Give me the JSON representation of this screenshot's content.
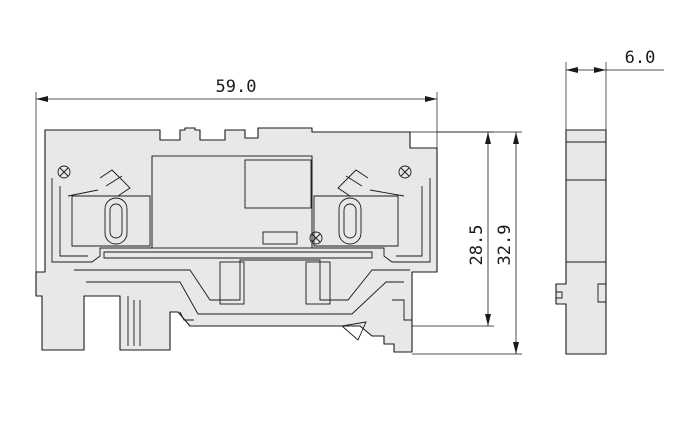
{
  "dimensions": {
    "width": "59.0",
    "height_inner": "28.5",
    "height_outer": "32.9",
    "thickness": "6.0"
  },
  "colors": {
    "line": "#1a1a1a",
    "body_fill": "#e8e8e8",
    "background": "#ffffff"
  }
}
